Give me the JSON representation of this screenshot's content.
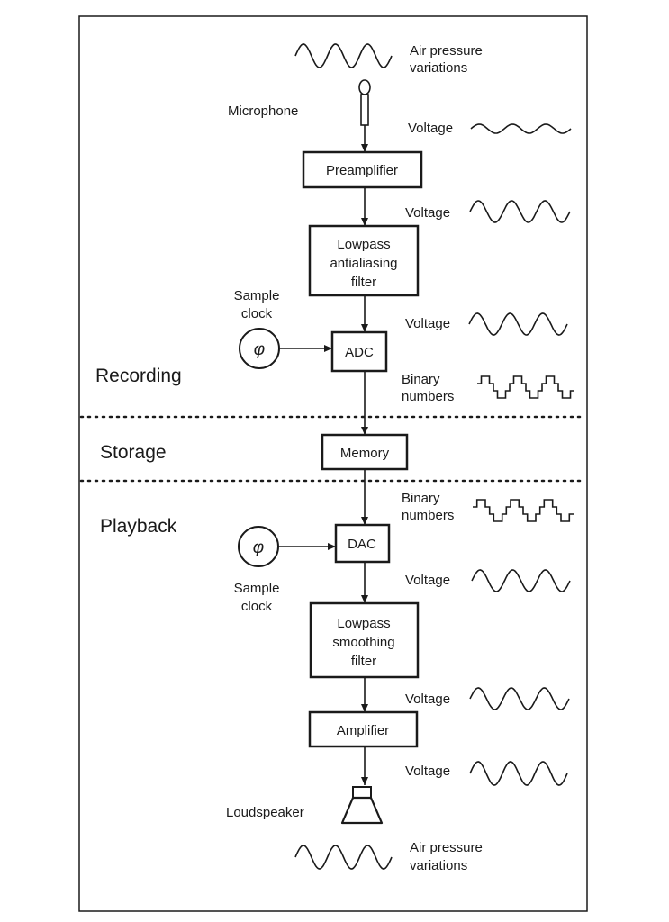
{
  "sections": {
    "recording": "Recording",
    "storage": "Storage",
    "playback": "Playback"
  },
  "blocks": {
    "preamplifier": [
      "Preamplifier"
    ],
    "lowpass_antialiasing": [
      "Lowpass",
      "antialiasing",
      "filter"
    ],
    "adc": [
      "ADC"
    ],
    "memory": [
      "Memory"
    ],
    "dac": [
      "DAC"
    ],
    "lowpass_smoothing": [
      "Lowpass",
      "smoothing",
      "filter"
    ],
    "amplifier": [
      "Amplifier"
    ]
  },
  "labels": {
    "microphone": "Microphone",
    "loudspeaker": "Loudspeaker",
    "sample_clock_top": [
      "Sample",
      "clock"
    ],
    "sample_clock_bottom": [
      "Sample",
      "clock"
    ],
    "clock_symbol": "φ"
  },
  "signals": [
    {
      "label": [
        "Air pressure",
        "variations"
      ],
      "waveform": "analog-large"
    },
    {
      "label": [
        "Voltage"
      ],
      "waveform": "analog-small"
    },
    {
      "label": [
        "Voltage"
      ],
      "waveform": "analog-large"
    },
    {
      "label": [
        "Voltage"
      ],
      "waveform": "analog-large"
    },
    {
      "label": [
        "Binary",
        "numbers"
      ],
      "waveform": "stepped"
    },
    {
      "label": [
        "Binary",
        "numbers"
      ],
      "waveform": "stepped"
    },
    {
      "label": [
        "Voltage"
      ],
      "waveform": "analog-large"
    },
    {
      "label": [
        "Voltage"
      ],
      "waveform": "analog-large"
    },
    {
      "label": [
        "Voltage"
      ],
      "waveform": "analog-large"
    },
    {
      "label": [
        "Air pressure",
        "variations"
      ],
      "waveform": "analog-large"
    }
  ]
}
